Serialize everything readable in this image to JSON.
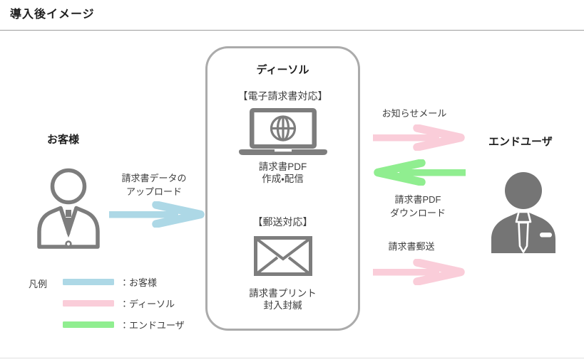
{
  "page": {
    "title": "導入後イメージ"
  },
  "actors": {
    "customer": "お客様",
    "end_user": "エンドユーザ"
  },
  "center_box": {
    "title": "ディーソル",
    "electronic_heading": "【電子請求書対応】",
    "electronic_caption1": "請求書PDF",
    "electronic_caption2": "作成・配信",
    "mail_heading": "【郵送対応】",
    "mail_caption1": "請求書プリント",
    "mail_caption2": "封入封緘"
  },
  "flows": {
    "upload": {
      "line1": "請求書データの",
      "line2": "アップロード",
      "color": "#add8e6",
      "direction": "right"
    },
    "notify": {
      "label": "お知らせメール",
      "color": "#facdd9",
      "direction": "right"
    },
    "download": {
      "line1": "請求書PDF",
      "line2": "ダウンロード",
      "color": "#90ee90",
      "direction": "left"
    },
    "post": {
      "label": "請求書郵送",
      "color": "#facdd9",
      "direction": "right"
    }
  },
  "legend": {
    "title": "凡例",
    "items": [
      {
        "label": "：お客様",
        "color": "#add8e6"
      },
      {
        "label": "：ディーソル",
        "color": "#facdd9"
      },
      {
        "label": "：エンドユーザ",
        "color": "#90ee90"
      }
    ]
  },
  "icons": {
    "customer": "person-outline-icon",
    "end_user": "person-filled-icon",
    "electronic_invoice": "laptop-globe-icon",
    "postal": "envelope-icon"
  },
  "colors": {
    "icon_gray": "#7d7d7d",
    "end_user_gray": "#757575",
    "box_border": "#ababab",
    "separator": "#9c9c9c"
  }
}
